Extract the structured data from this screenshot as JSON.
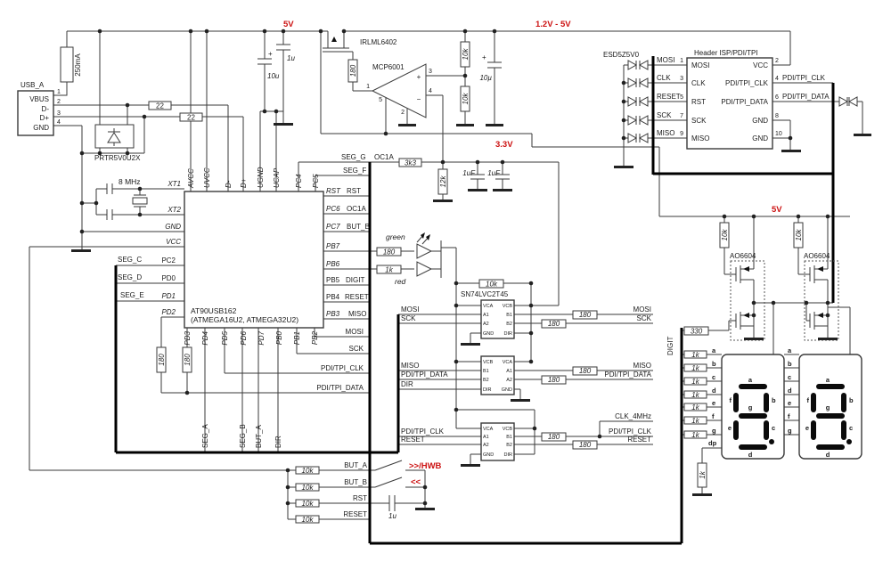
{
  "usb": {
    "title": "USB_A",
    "pins": [
      "VBUS",
      "D-",
      "D+",
      "GND"
    ],
    "pin_numbers": [
      "1",
      "2",
      "3",
      "4"
    ],
    "fuse_value": "250mA",
    "esd_part": "PRTR5V0U2X",
    "series_resistors": [
      "22",
      "22"
    ]
  },
  "xtal": {
    "freq": "8 MHz"
  },
  "power": {
    "rail_5v": "5V",
    "rail_adj": "1.2V - 5V",
    "rail_3v3": "3.3V",
    "rail_5v_right": "5V",
    "cap_1u": "1u",
    "cap_10u": "10u",
    "cap_10micro": "10µ",
    "plus": "+",
    "mosfet": "IRLML6402",
    "gate_r": "180",
    "opamp": "MCP6001",
    "opamp_pins": [
      "1",
      "2",
      "3",
      "4",
      "5"
    ],
    "plus_in": "+",
    "minus_in": "−",
    "div_r1": "10k",
    "div_r2": "10k",
    "filter_r1": "3k3",
    "filter_r2": "12k",
    "filter_c1": "1uF",
    "filter_c2": "1uF"
  },
  "mcu": {
    "name": "AT90USB162",
    "alt_names": "(ATMEGA16U2, ATMEGA32U2)",
    "top_pins": [
      "AVCC",
      "UVCC",
      "D-",
      "D+",
      "UGND",
      "UCAP",
      "PC4",
      "PC5"
    ],
    "left_pins": [
      "XT1",
      "XT2",
      "GND",
      "VCC",
      "PC2",
      "PD0",
      "PD1",
      "PD2"
    ],
    "left_nets": [
      "SEG_C",
      "SEG_D",
      "SEG_E"
    ],
    "right_pins": [
      "RST",
      "PC6",
      "PC7",
      "PB7",
      "PB6",
      "PB5",
      "PB4",
      "PB3"
    ],
    "right_nets": [
      "RST",
      "OC1A",
      "BUT_B",
      "DIGIT",
      "RESET",
      "MISO"
    ],
    "bottom_pins": [
      "PD3",
      "PD4",
      "PD5",
      "PD6",
      "PD7",
      "PB0",
      "PB1",
      "PB2"
    ],
    "bottom_nets": [
      "MOSI",
      "SCK",
      "PDI/TPI_CLK",
      "PDI/TPI_DATA"
    ],
    "bus_nets": [
      "SEG_A",
      "SEG_B",
      "BUT_A",
      "DIR"
    ],
    "pd_resistors": [
      "180",
      "180"
    ],
    "seg_nets_top": [
      "SEG_G",
      "OC1A",
      "SEG_F"
    ]
  },
  "led": {
    "green": "green",
    "red": "red",
    "r_green": "180",
    "r_red": "1k"
  },
  "shifter": {
    "name": "SN74LVC2T45",
    "pullup": "10k",
    "b1": {
      "left": [
        "VCA",
        "A1",
        "A2",
        "GND"
      ],
      "right": [
        "VCB",
        "B1",
        "B2",
        "DIR"
      ]
    },
    "b2": {
      "left": [
        "VCB",
        "B1",
        "B2",
        "DIR"
      ],
      "right": [
        "VCA",
        "A1",
        "A2",
        "GND"
      ]
    },
    "b3": {
      "left": [
        "VCA",
        "A1",
        "A2",
        "GND"
      ],
      "right": [
        "VCB",
        "B1",
        "B2",
        "DIR"
      ]
    },
    "in_nets": [
      "MOSI",
      "SCK",
      "MISO",
      "PDI/TPI_DATA",
      "DIR",
      "PDI/TPI_CLK",
      "RESET"
    ],
    "out_nets": [
      "MOSI",
      "SCK",
      "MISO",
      "PDI/TPI_DATA",
      "CLK_4MHz",
      "PDI/TPI_CLK",
      "RESET"
    ],
    "out_resistors": [
      "180",
      "180",
      "180",
      "180",
      "180",
      "180"
    ]
  },
  "header": {
    "esd_part": "ESD5Z5V0",
    "title": "Header ISP/PDI/TPI",
    "left_nets": [
      "MOSI",
      "CLK",
      "RESET",
      "SCK",
      "MISO"
    ],
    "left_numbers": [
      "1",
      "3",
      "5",
      "7",
      "9"
    ],
    "left_pins": [
      "MOSI",
      "CLK",
      "RST",
      "SCK",
      "MISO"
    ],
    "right_pins": [
      "VCC",
      "PDI/TPI_CLK",
      "PDI/TPI_DATA",
      "GND",
      "GND"
    ],
    "right_numbers": [
      "2",
      "4",
      "6",
      "8",
      "10"
    ],
    "right_nets": [
      "PDI/TPI_CLK",
      "PDI/TPI_DATA"
    ]
  },
  "digit_drv": {
    "part1": "AO6604",
    "part2": "AO6604",
    "pullup1": "10k",
    "pullup2": "10k",
    "digit_r": "330",
    "digit_net": "DIGIT"
  },
  "display": {
    "seg_resistors": [
      "1k",
      "1k",
      "1k",
      "1k",
      "1k",
      "1k",
      "1k"
    ],
    "pin_letters": [
      "a",
      "b",
      "c",
      "d",
      "e",
      "f",
      "g"
    ],
    "dp": "dp",
    "dp_resistor": "1k",
    "seg_labels": [
      "a",
      "b",
      "c",
      "d",
      "e",
      "f",
      "g"
    ]
  },
  "buttons": {
    "pullups": [
      "10k",
      "10k",
      "10k",
      "10k"
    ],
    "nets": [
      "BUT_A",
      "BUT_B",
      "RST",
      "RESET"
    ],
    "btn1": ">>/HWB",
    "btn2": "<<",
    "cap": "1u"
  }
}
